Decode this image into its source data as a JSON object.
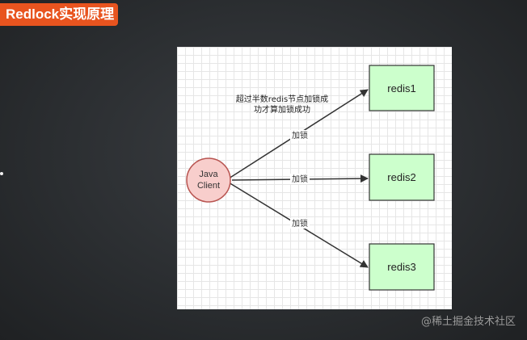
{
  "header": {
    "title": "Redlock实现原理"
  },
  "diagram": {
    "client": {
      "line1": "Java",
      "line2": "Client"
    },
    "nodes": [
      "redis1",
      "redis2",
      "redis3"
    ],
    "edge_label": "加锁",
    "note_line1": "超过半数redis节点加锁成",
    "note_line2": "功才算加锁成功"
  },
  "colors": {
    "banner": "#e8541f",
    "client_fill": "#f8cecc",
    "client_stroke": "#b85450",
    "node_fill": "#ccffcc",
    "node_stroke": "#333333"
  },
  "watermark": "@稀土掘金技术社区"
}
